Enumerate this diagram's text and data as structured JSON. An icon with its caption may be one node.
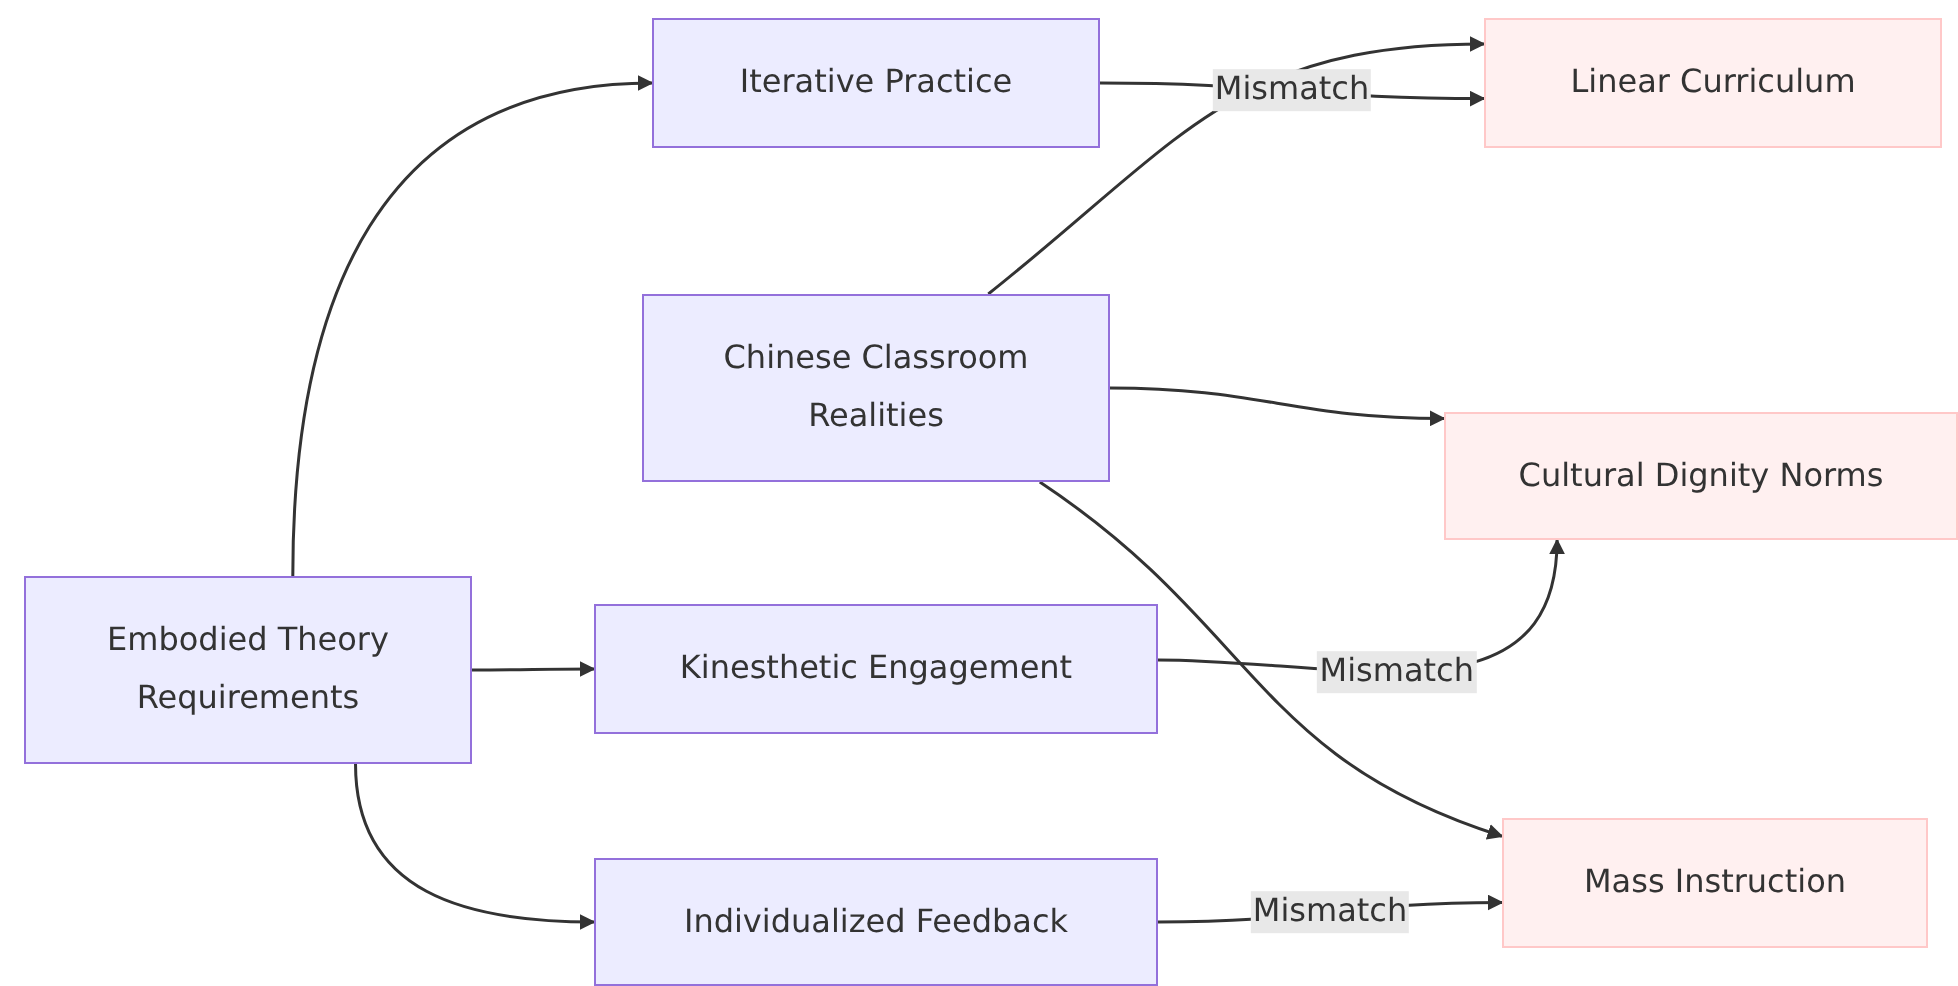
{
  "diagram": {
    "nodes": [
      {
        "text": [
          "Embodied Theory Requirements"
        ]
      },
      {
        "text": [
          "Iterative Practice"
        ]
      },
      {
        "text": [
          "Chinese Classroom Realities"
        ]
      },
      {
        "text": [
          "Kinesthetic Engagement"
        ]
      },
      {
        "text": [
          "Individualized Feedback"
        ]
      },
      {
        "text": [
          "Linear Curriculum"
        ]
      },
      {
        "text": [
          "Cultural Dignity Norms"
        ]
      },
      {
        "text": [
          "Mass Instruction"
        ]
      }
    ],
    "edges": [
      {
        "from": 0,
        "to": 1,
        "arrow": "to"
      },
      {
        "from": 0,
        "to": 3,
        "arrow": "to"
      },
      {
        "from": 0,
        "to": 4,
        "arrow": "to"
      },
      {
        "from": 1,
        "to": 5,
        "arrow": "to",
        "label": "Mismatch"
      },
      {
        "from": 2,
        "to": 5,
        "arrow": "to"
      },
      {
        "from": 2,
        "to": 6,
        "arrow": "to"
      },
      {
        "from": 2,
        "to": 7,
        "arrow": "to"
      },
      {
        "from": 3,
        "to": 6,
        "arrow": "to",
        "label": "Mismatch"
      },
      {
        "from": 4,
        "to": 7,
        "arrow": "to",
        "label": "Mismatch"
      }
    ]
  }
}
